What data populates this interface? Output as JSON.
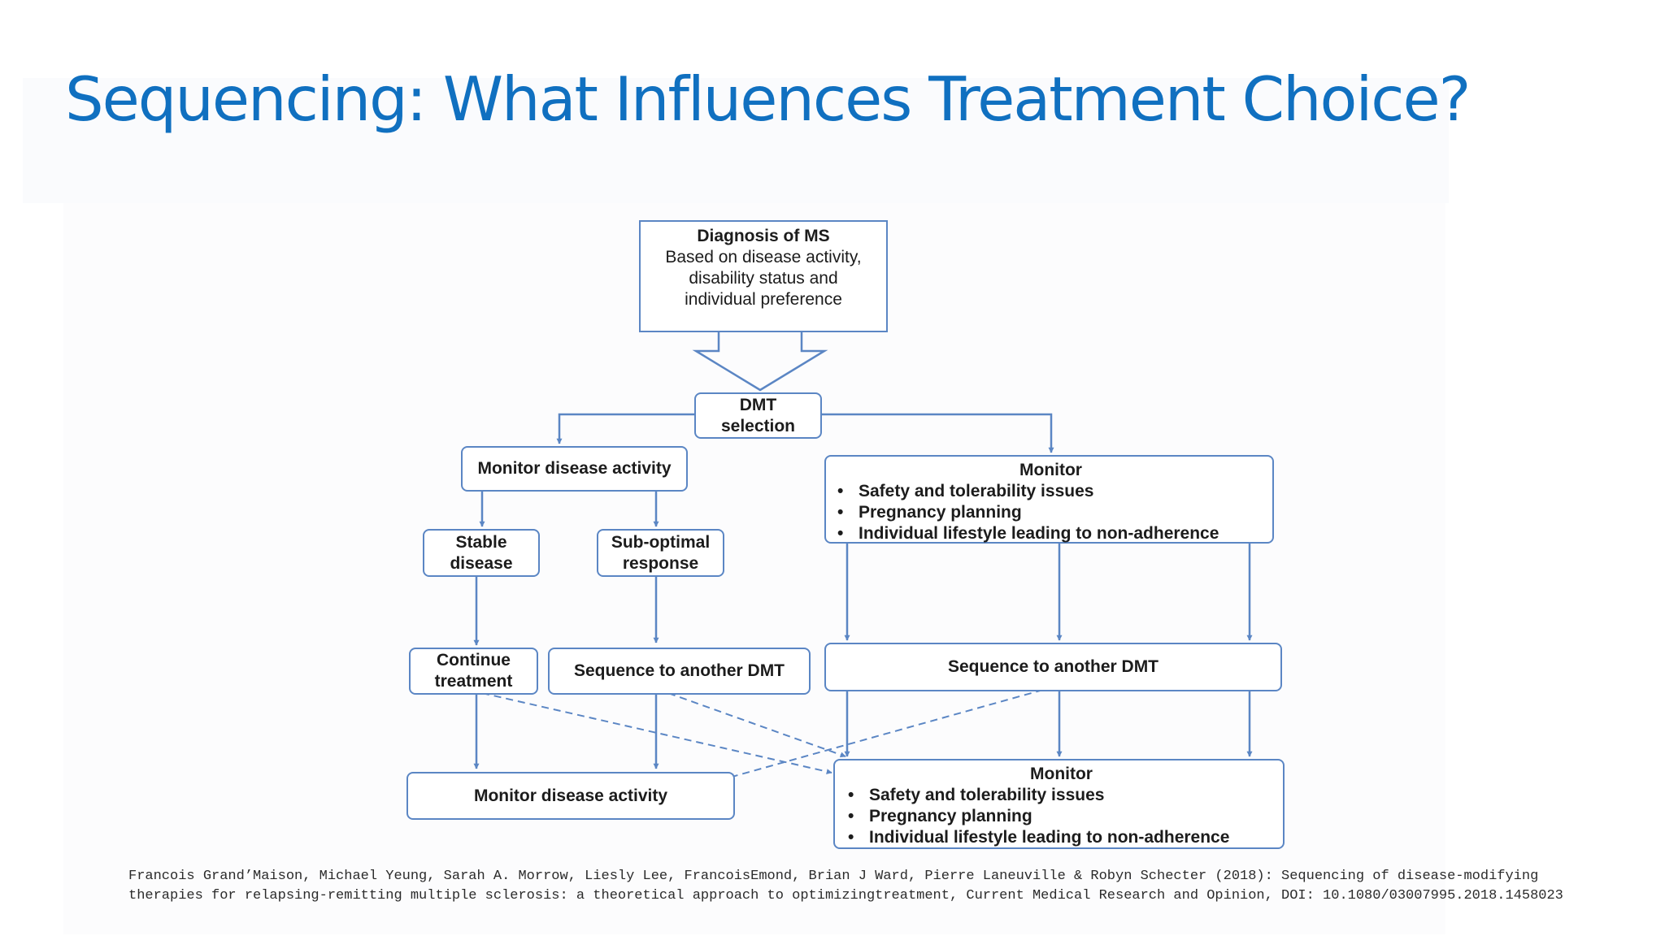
{
  "slide": {
    "title": "Sequencing: What Influences Treatment Choice?",
    "citation": "Francois Grand’Maison, Michael Yeung, Sarah A. Morrow, Liesly Lee, FrancoisEmond, Brian J Ward, Pierre Laneuville & Robyn Schecter (2018): Sequencing of disease-modifying therapies for relapsing-remitting multiple sclerosis: a theoretical approach to optimizingtreatment, Current Medical Research and Opinion, DOI: 10.1080/03007995.2018.1458023"
  },
  "diagram": {
    "diagnosis": {
      "title": "Diagnosis of MS",
      "lines": [
        "Based on disease activity,",
        "disability status and",
        "individual preference"
      ]
    },
    "dmt_selection": {
      "lines": [
        "DMT",
        "selection"
      ]
    },
    "monitor_activity_top": "Monitor disease activity",
    "monitor_top": {
      "title": "Monitor",
      "items": [
        "Safety and tolerability issues",
        "Pregnancy planning",
        "Individual lifestyle leading to non-adherence"
      ]
    },
    "stable": {
      "lines": [
        "Stable",
        "disease"
      ]
    },
    "suboptimal": {
      "lines": [
        "Sub-optimal",
        "response"
      ]
    },
    "continue": {
      "lines": [
        "Continue",
        "treatment"
      ]
    },
    "sequence_left": "Sequence to another DMT",
    "sequence_right": "Sequence to another DMT",
    "monitor_activity_bottom": "Monitor disease activity",
    "monitor_bottom": {
      "title": "Monitor",
      "items": [
        "Safety and tolerability issues",
        "Pregnancy planning",
        "Individual lifestyle leading to non-adherence"
      ]
    },
    "colors": {
      "stroke": "#5b86c4",
      "title": "#1070c0"
    }
  }
}
